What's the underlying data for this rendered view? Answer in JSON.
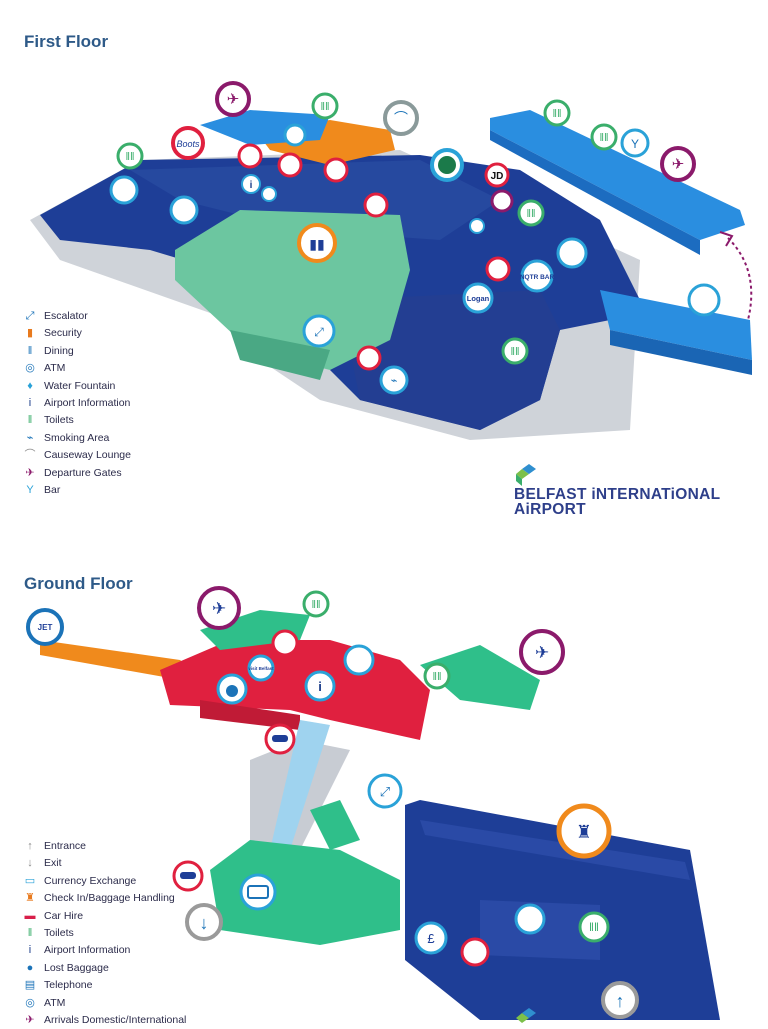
{
  "first_floor": {
    "title": "First Floor",
    "legend": [
      {
        "label": "Escalator",
        "icon": "escalator-icon",
        "glyph": "⤢",
        "color": "#1b73b8"
      },
      {
        "label": "Security",
        "icon": "security-icon",
        "glyph": "▮",
        "color": "#e87a1e"
      },
      {
        "label": "Dining",
        "icon": "dining-icon",
        "glyph": "ǁ",
        "color": "#1b73b8"
      },
      {
        "label": "ATM",
        "icon": "atm-icon",
        "glyph": "◎",
        "color": "#1b73b8"
      },
      {
        "label": "Water Fountain",
        "icon": "water-fountain-icon",
        "glyph": "♦",
        "color": "#2aa2d8"
      },
      {
        "label": "Airport Information",
        "icon": "information-icon",
        "glyph": "i",
        "color": "#1b3d8a"
      },
      {
        "label": "Toilets",
        "icon": "toilets-icon",
        "glyph": "ǁ",
        "color": "#3aae6b"
      },
      {
        "label": "Smoking Area",
        "icon": "smoking-icon",
        "glyph": "⌁",
        "color": "#1b73b8"
      },
      {
        "label": "Causeway Lounge",
        "icon": "lounge-icon",
        "glyph": "⌒",
        "color": "#8a8a8a"
      },
      {
        "label": "Departure Gates",
        "icon": "departure-gates-icon",
        "glyph": "✈",
        "color": "#8b1a6b"
      },
      {
        "label": "Bar",
        "icon": "bar-icon",
        "glyph": "Y",
        "color": "#2aa2d8"
      }
    ],
    "poi_labels": {
      "nqtr_bar": "NQTR BAR",
      "logan": "Logan",
      "jd": "JD"
    }
  },
  "ground_floor": {
    "title": "Ground Floor",
    "legend": [
      {
        "label": "Entrance",
        "icon": "entrance-arrow-icon",
        "glyph": "↑",
        "color": "#888888"
      },
      {
        "label": "Exit",
        "icon": "exit-arrow-icon",
        "glyph": "↓",
        "color": "#888888"
      },
      {
        "label": "Currency Exchange",
        "icon": "currency-exchange-icon",
        "glyph": "▭",
        "color": "#2aa2d8"
      },
      {
        "label": "Check In/Baggage Handling",
        "icon": "check-in-icon",
        "glyph": "♜",
        "color": "#e87a1e"
      },
      {
        "label": "Car Hire",
        "icon": "car-hire-icon",
        "glyph": "▬",
        "color": "#d81f4a"
      },
      {
        "label": "Toilets",
        "icon": "toilets-icon",
        "glyph": "ǁ",
        "color": "#3aae6b"
      },
      {
        "label": "Airport Information",
        "icon": "information-icon",
        "glyph": "i",
        "color": "#1b3d8a"
      },
      {
        "label": "Lost Baggage",
        "icon": "lost-baggage-icon",
        "glyph": "●",
        "color": "#1b73b8"
      },
      {
        "label": "Telephone",
        "icon": "telephone-icon",
        "glyph": "▤",
        "color": "#1b73b8"
      },
      {
        "label": "ATM",
        "icon": "atm-icon",
        "glyph": "◎",
        "color": "#1b73b8"
      },
      {
        "label": "Arrivals Domestic/International",
        "icon": "arrivals-icon",
        "glyph": "✈",
        "color": "#8b1a6b"
      }
    ],
    "poi_labels": {
      "jet_lounge": "JET",
      "visit_belfast": "visit Belfast"
    }
  },
  "brand": {
    "line1": "BELFAST iNTERNATiONAL",
    "line2": "AiRPORT"
  },
  "colors": {
    "navy": "#1f3a93",
    "blue": "#1e7fd0",
    "teal": "#2fbf8a",
    "orange": "#f08a1c",
    "red": "#e0203f",
    "purple": "#8b1a6b",
    "grey": "#9a9a9a"
  }
}
